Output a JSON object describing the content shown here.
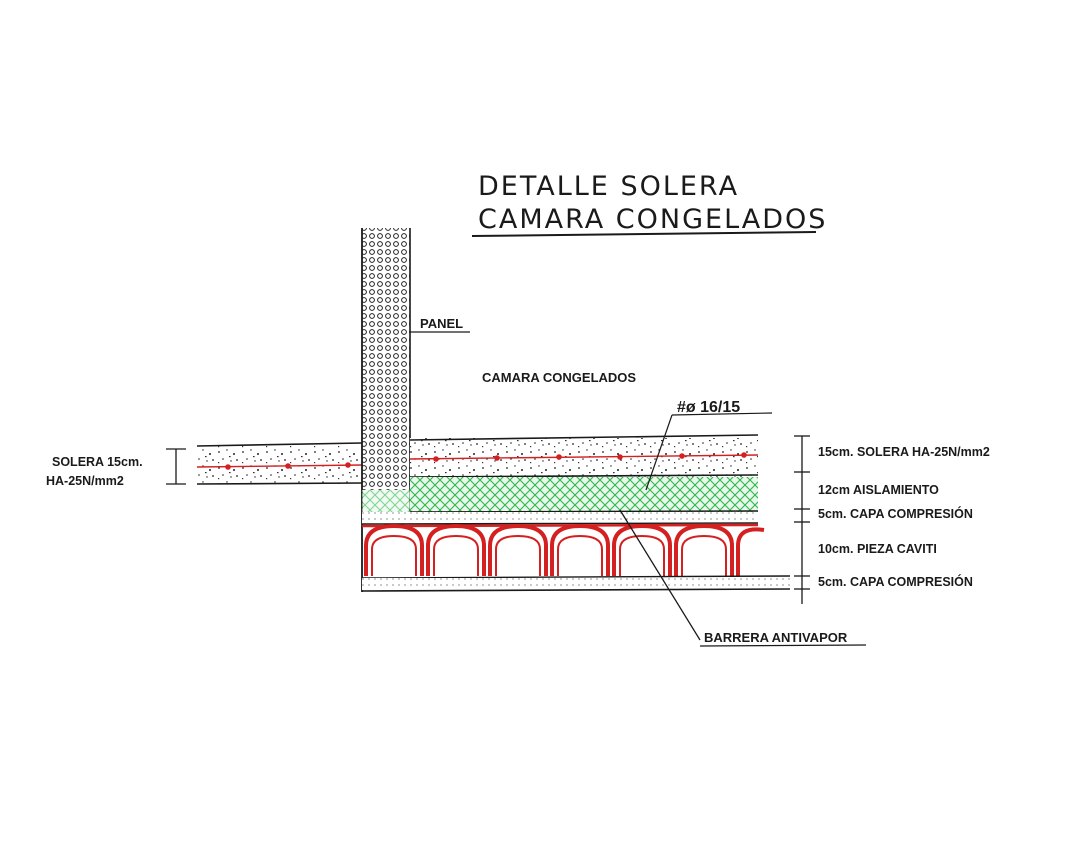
{
  "title": {
    "line1": "DETALLE SOLERA",
    "line2": "CAMARA CONGELADOS"
  },
  "labels": {
    "panel": "PANEL",
    "room": "CAMARA CONGELADOS",
    "rebar": "#ø 16/15",
    "left_solera_1": "SOLERA 15cm.",
    "left_solera_2": "HA-25N/mm2",
    "barrier": "BARRERA ANTIVAPOR"
  },
  "layers": [
    {
      "thickness": "15cm.",
      "name": "SOLERA  HA-25N/mm2"
    },
    {
      "thickness": "12cm",
      "name": "AISLAMIENTO"
    },
    {
      "thickness": "5cm.",
      "name": "CAPA  COMPRESIÓN"
    },
    {
      "thickness": "10cm.",
      "name": "PIEZA  CAVITI"
    },
    {
      "thickness": "5cm.",
      "name": "CAPA  COMPRESIÓN"
    }
  ],
  "colors": {
    "ink": "#1a1a1a",
    "rebar": "#d42020",
    "insulation": "#2db84a",
    "cavity": "#d42020"
  }
}
